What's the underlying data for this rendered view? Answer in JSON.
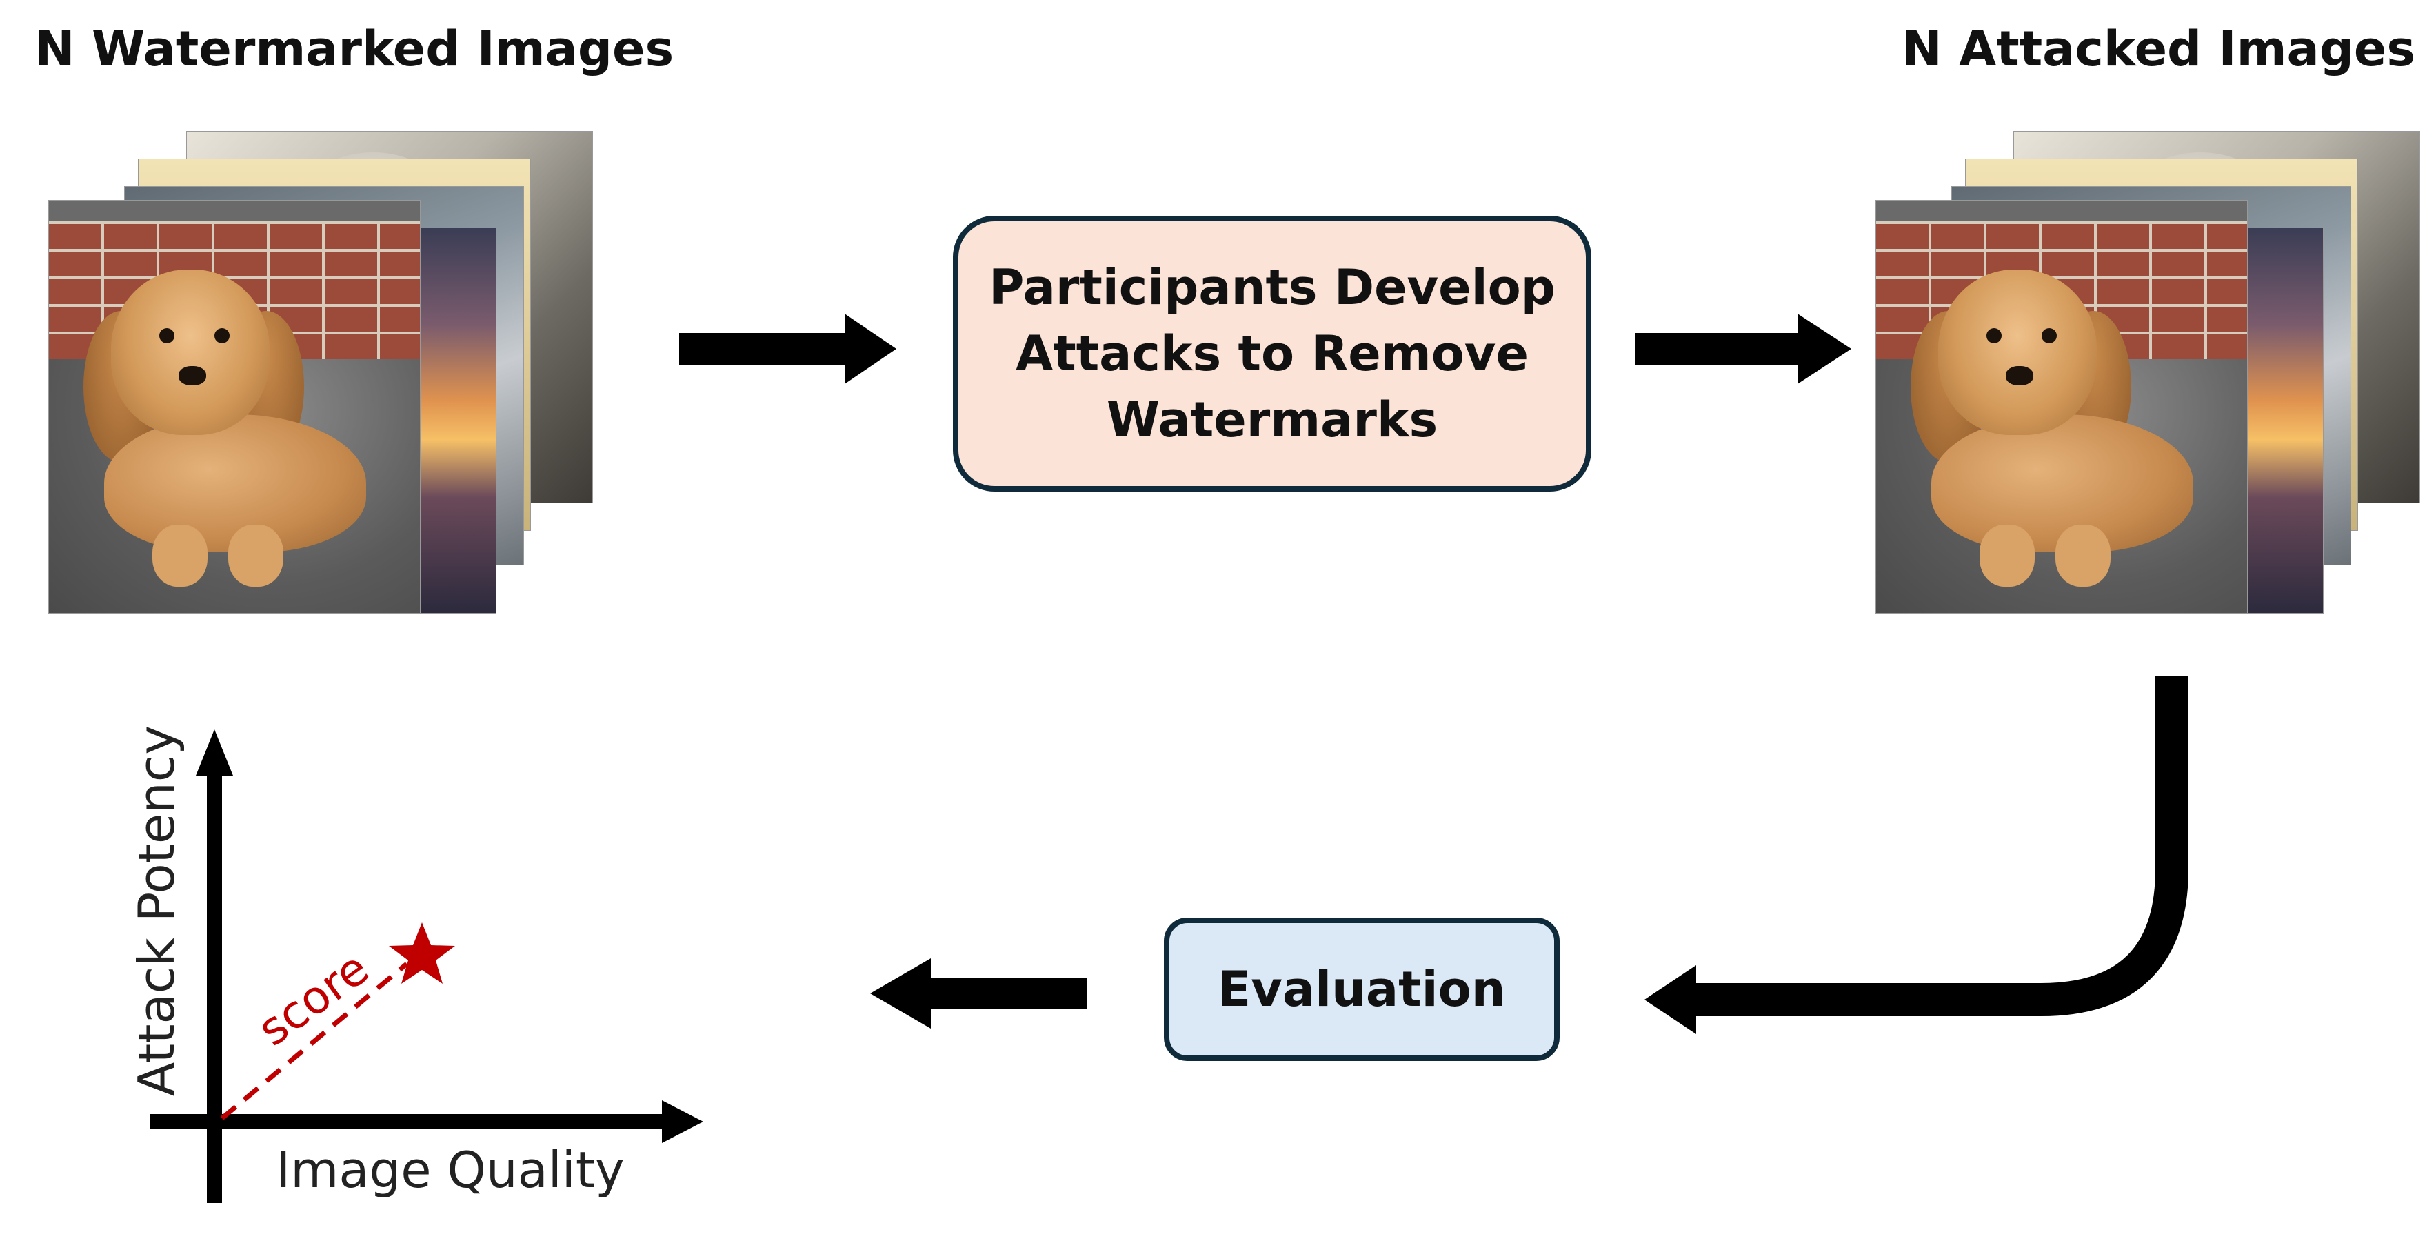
{
  "headings": {
    "watermarked": "N Watermarked Images",
    "attacked": "N Attacked Images"
  },
  "participants_box": {
    "line1": "Participants Develop",
    "line2": "Attacks to Remove",
    "line3": "Watermarks"
  },
  "evaluation_box": {
    "label": "Evaluation"
  },
  "axes": {
    "xlabel": "Image Quality",
    "ylabel": "Attack Potency",
    "score_label": "score"
  },
  "colors": {
    "participants_fill": "#fbe3d8",
    "evaluation_fill": "#dbe8f6",
    "box_border": "#0f2a3a",
    "score": "#c00000",
    "arrow": "#000000"
  },
  "icons": [
    "right-arrow-icon",
    "curved-arrow-icon",
    "left-arrow-icon",
    "star-icon"
  ]
}
